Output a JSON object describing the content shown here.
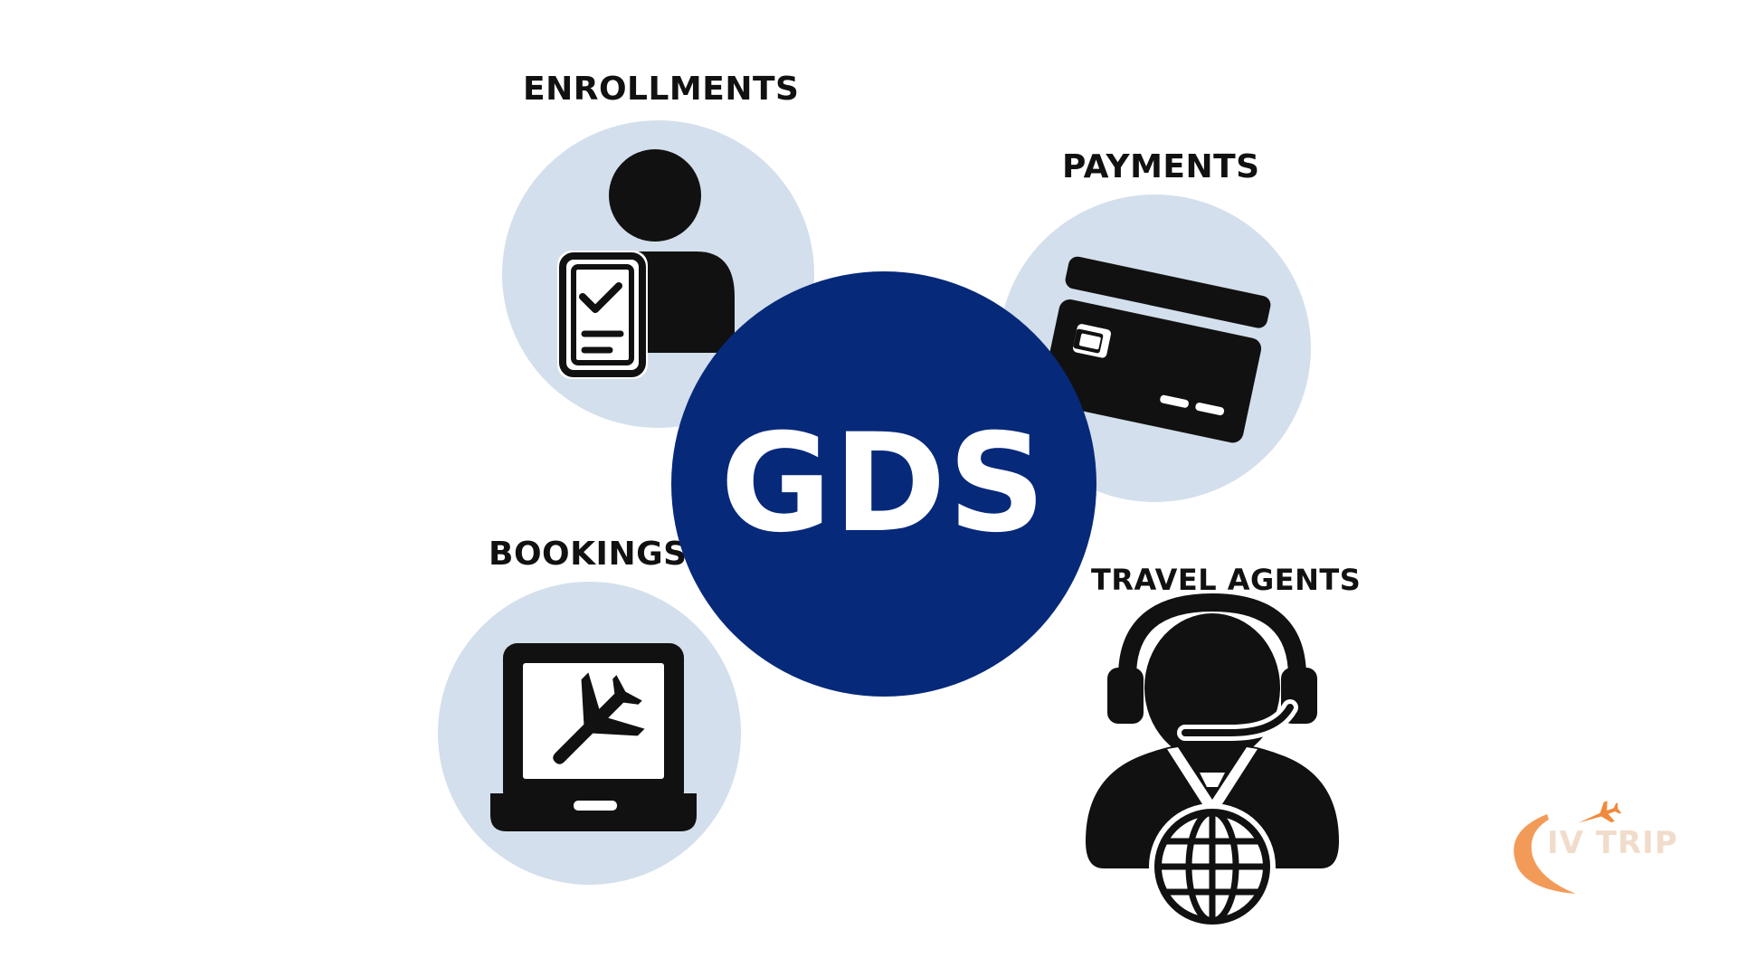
{
  "diagram": {
    "center_label": "GDS",
    "nodes": [
      {
        "label": "ENROLLMENTS",
        "icon": "person-checklist-icon"
      },
      {
        "label": "PAYMENTS",
        "icon": "credit-card-icon"
      },
      {
        "label": "BOOKINGS",
        "icon": "laptop-airplane-icon"
      },
      {
        "label": "TRAVEL AGENTS",
        "icon": "headset-agent-globe-icon"
      }
    ]
  },
  "logo": {
    "text": "IV TRIP",
    "icon": "airplane-swoosh-logo"
  },
  "colors": {
    "center": "#06297a",
    "bubble": "#d3dfec",
    "icon": "#111111",
    "logo_accent": "#f08a3c"
  }
}
